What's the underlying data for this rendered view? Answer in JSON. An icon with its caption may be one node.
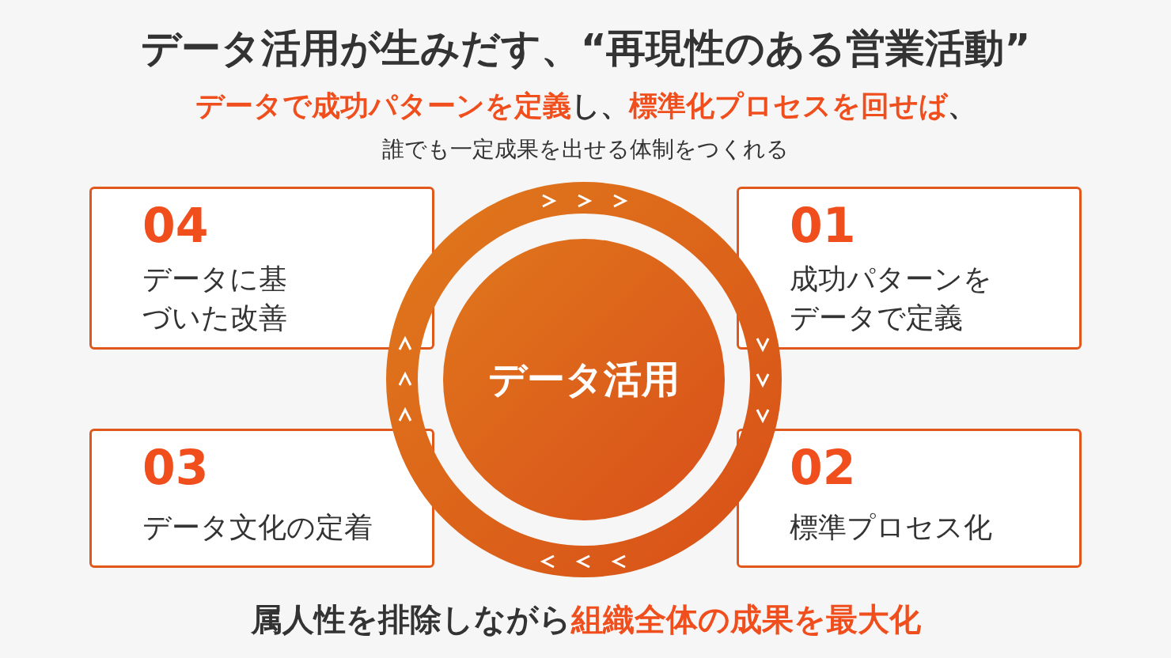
{
  "diagram": {
    "title": "データ活用が生みだす、“再現性のある営業活動”",
    "nodes": [
      {
        "text": [
          "04",
          "データに基づいた改善"
        ]
      },
      {
        "text": [
          "01",
          "成功パターンをデータで定義"
        ]
      },
      {
        "text": [
          "03",
          "データ文化の定着"
        ]
      },
      {
        "text": [
          "02",
          "標準プロセス化"
        ]
      },
      {
        "text": [
          "データ活用"
        ]
      }
    ],
    "labels": [
      "**データで成功パターンを定義**し、**標準化プロセスを回せば**、",
      "誰でも一定成果を出せる体制をつくれる",
      "属人性を排除しながら**組織全体の成果を最大化**"
    ]
  }
}
